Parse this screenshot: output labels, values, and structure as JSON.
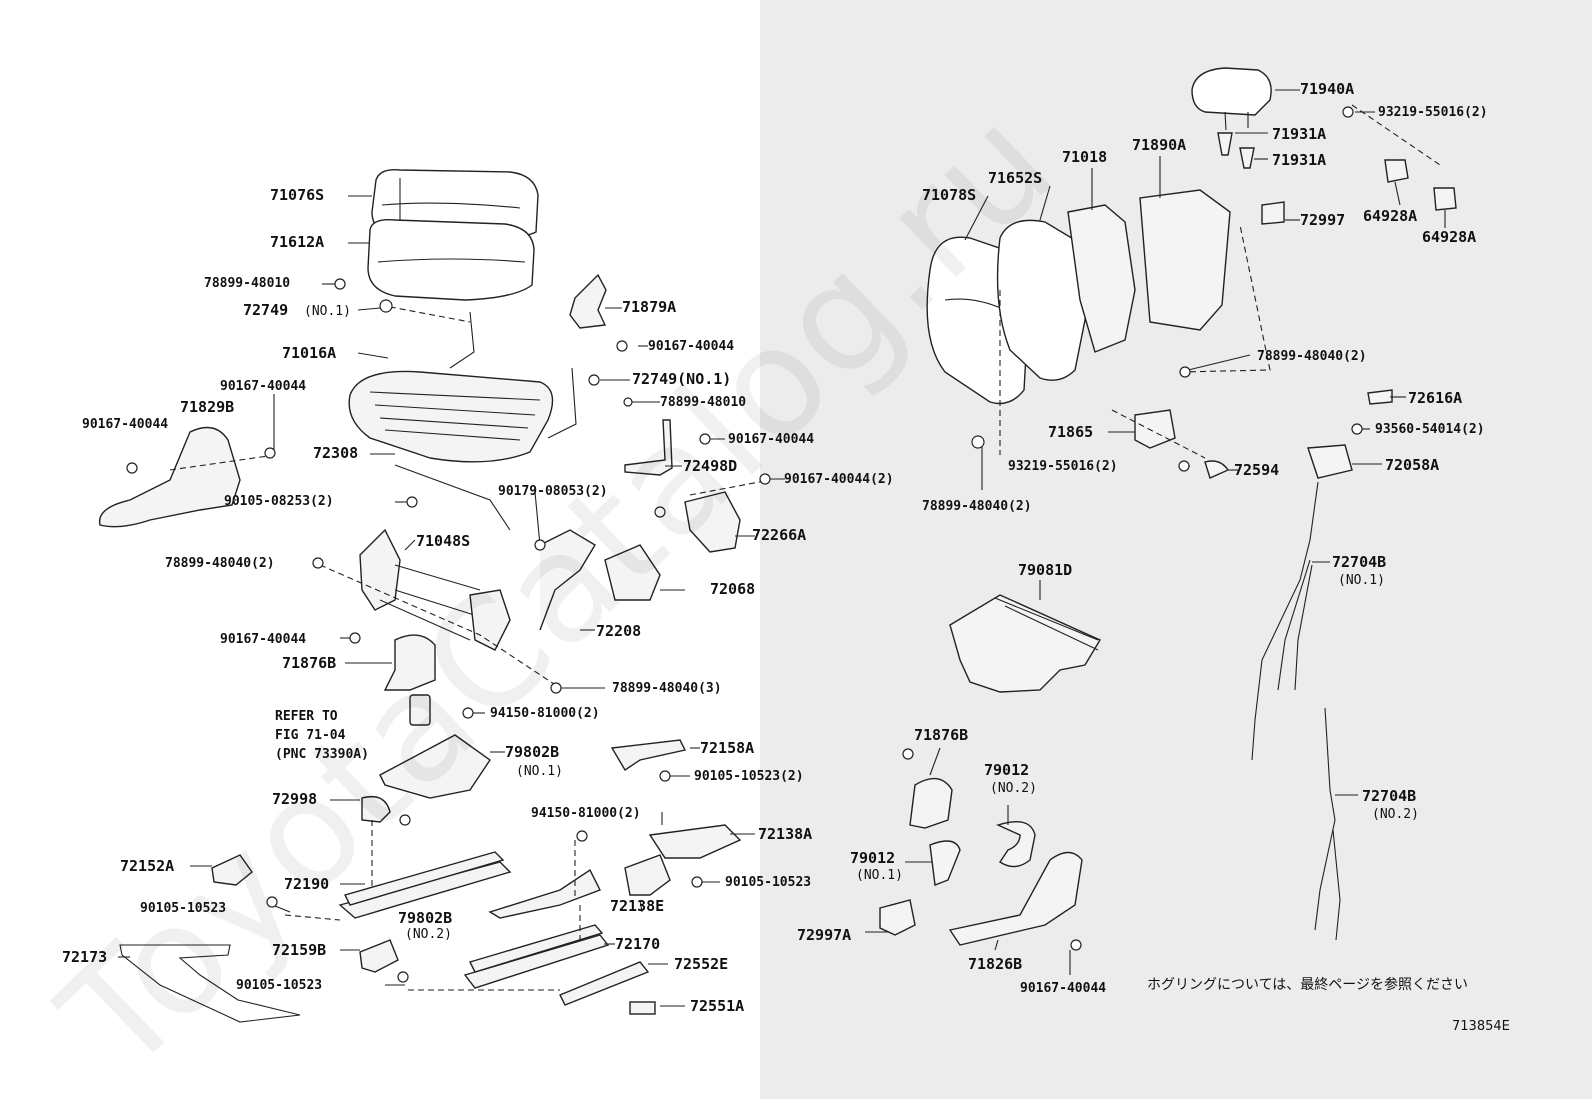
{
  "watermark": "ToyotaCatalog.ru",
  "figure_number": "713854E",
  "note_japanese": "ホグリングについては、最終ページを参照ください",
  "refer_note": [
    "REFER TO",
    "FIG 71-04",
    "(PNC 73390A)"
  ],
  "labels": [
    "71076S",
    "71612A",
    "78899-48010",
    "72749",
    "(NO.1)",
    "71879A",
    "90167-40044",
    "71016A",
    "90167-40044",
    "71829B",
    "90167-40044",
    "72749(NO.1)",
    "78899-48010",
    "90167-40044",
    "72498D",
    "72308",
    "90105-08253(2)",
    "90179-08053(2)",
    "90167-40044(2)",
    "72266A",
    "71048S",
    "78899-48040(2)",
    "72068",
    "72208",
    "90167-40044",
    "71876B",
    "78899-48040(3)",
    "94150-81000(2)",
    "79802B",
    "(NO.1)",
    "72158A",
    "90105-10523(2)",
    "72998",
    "94150-81000(2)",
    "72138A",
    "72152A",
    "72190",
    "90105-10523",
    "72138E",
    "90105-10523",
    "79802B",
    "(NO.2)",
    "72170",
    "72173",
    "72159B",
    "72552E",
    "90105-10523",
    "72551A",
    "71940A",
    "93219-55016(2)",
    "71931A",
    "71931A",
    "71018",
    "71890A",
    "71652S",
    "71078S",
    "72997",
    "64928A",
    "64928A",
    "78899-48040(2)",
    "72616A",
    "71865",
    "93560-54014(2)",
    "93219-55016(2)",
    "72594",
    "72058A",
    "78899-48040(2)",
    "72704B",
    "(NO.1)",
    "79081D",
    "71876B",
    "79012",
    "(NO.2)",
    "72704B",
    "(NO.2)",
    "79012",
    "(NO.1)",
    "72997A",
    "71826B",
    "90167-40044"
  ]
}
